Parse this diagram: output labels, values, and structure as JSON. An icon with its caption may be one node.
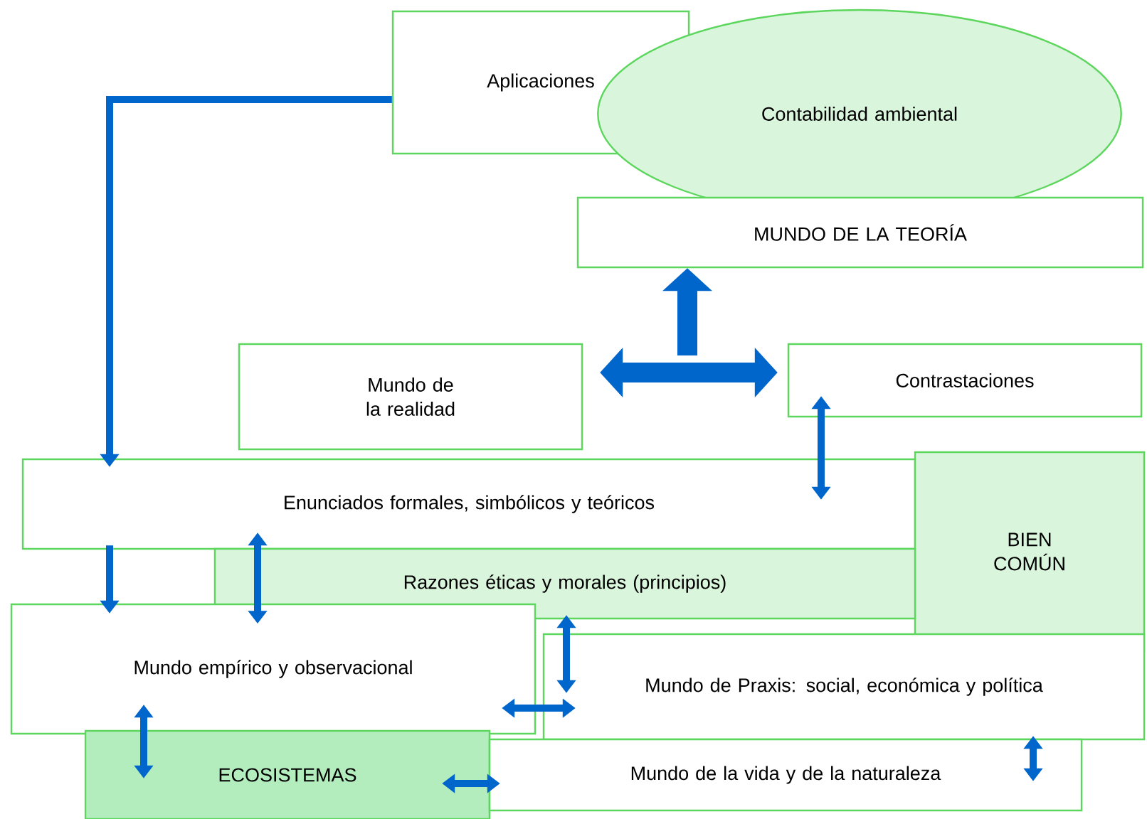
{
  "diagram": {
    "nodes": [
      {
        "text": [
          "Aplicaciones"
        ]
      },
      {
        "text": [
          "Contabilidad ambiental"
        ]
      },
      {
        "text": [
          "MUNDO DE LA TEORÍA"
        ]
      },
      {
        "text": [
          "Mundo de la realidad"
        ]
      },
      {
        "text": [
          "Contrastaciones"
        ]
      },
      {
        "text": [
          "Enunciados formales, simbólicos y teóricos"
        ]
      },
      {
        "text": [
          "BIEN COMÚN"
        ]
      },
      {
        "text": [
          "Razones éticas y morales (principios)"
        ]
      },
      {
        "text": [
          "Mundo empírico y observacional"
        ]
      },
      {
        "text": [
          "Mundo de Praxis: social, económica y política"
        ]
      },
      {
        "text": [
          "ECOSISTEMAS"
        ]
      },
      {
        "text": [
          "Mundo de la vida y de la naturaleza"
        ]
      }
    ],
    "edges": [
      {
        "from": 0,
        "to": 5,
        "arrow": "to"
      },
      {
        "from": 3,
        "to": 4,
        "arrow": "both",
        "style": "thick"
      },
      {
        "from": null,
        "to": 2,
        "arrow": "to",
        "style": "thick"
      },
      {
        "from": 4,
        "to": 5,
        "arrow": "both"
      },
      {
        "from": 5,
        "to": 8,
        "arrow": "to"
      },
      {
        "from": 5,
        "to": 7,
        "arrow": "both"
      },
      {
        "from": 7,
        "to": 9,
        "arrow": "both"
      },
      {
        "from": 8,
        "to": 9,
        "arrow": "both"
      },
      {
        "from": 8,
        "to": 10,
        "arrow": "both"
      },
      {
        "from": 10,
        "to": 11,
        "arrow": "both"
      },
      {
        "from": 9,
        "to": 11,
        "arrow": "both"
      }
    ]
  }
}
